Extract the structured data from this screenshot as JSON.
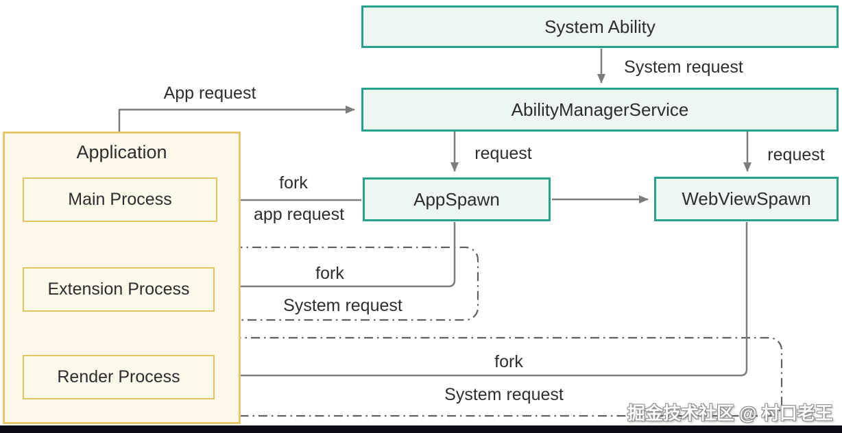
{
  "diagram": {
    "nodes": {
      "system_ability": "System Ability",
      "ability_manager_service": "AbilityManagerService",
      "app_spawn": "AppSpawn",
      "web_view_spawn": "WebViewSpawn",
      "application": "Application",
      "main_process": "Main Process",
      "extension_process": "Extension Process",
      "render_process": "Render Process"
    },
    "edge_labels": {
      "system_request_top": "System request",
      "app_request": "App request",
      "request_app_spawn": "request",
      "request_web_view_spawn": "request",
      "fork_main": "fork",
      "app_request_main": "app request",
      "fork_extension": "fork",
      "system_request_extension": "System request",
      "fork_render": "fork",
      "system_request_render": "System request"
    },
    "watermark": "掘金技术社区 @ 村口老王",
    "colors": {
      "teal_border": "#26a18c",
      "teal_fill": "#edf6f0",
      "gold_border": "#e8c76a",
      "gold_inner_border": "#e5c35f",
      "gold_fill": "#fdf8e9",
      "arrow": "#7c7c7c",
      "dash_border": "#5f5f5f",
      "text": "#2e2e2e",
      "bottom_bar": "#090a12",
      "watermark_text": "#fcfcfc"
    }
  }
}
